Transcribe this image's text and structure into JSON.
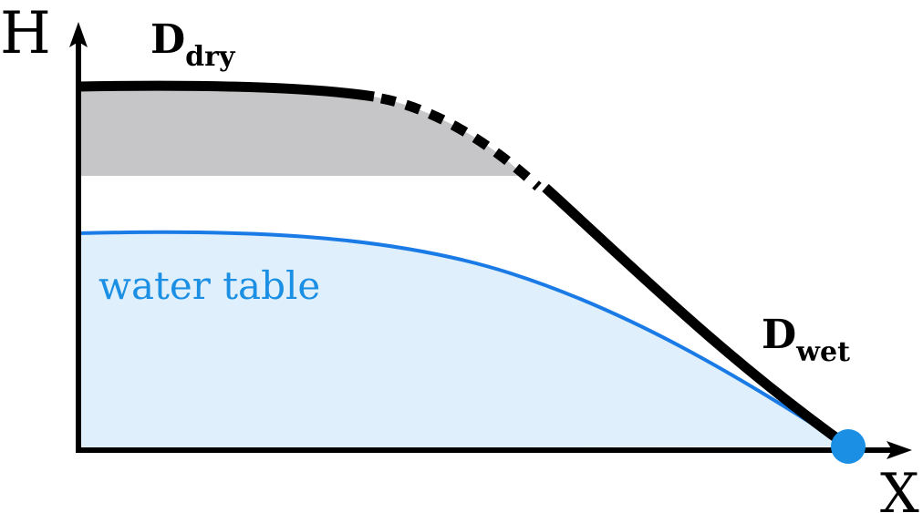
{
  "axes": {
    "y_label": "H",
    "x_label": "X"
  },
  "labels": {
    "dry_symbol": "D",
    "dry_subscript": "dry",
    "wet_symbol": "D",
    "wet_subscript": "wet",
    "water_table": "water table"
  },
  "colors": {
    "axis": "#000000",
    "surface_line": "#000000",
    "dry_fill": "#c6c6c8",
    "water_line": "#1a7be6",
    "water_fill": "#dfeffb",
    "water_label": "#1a8fe3",
    "seepage_point": "#1a8fe3"
  }
}
